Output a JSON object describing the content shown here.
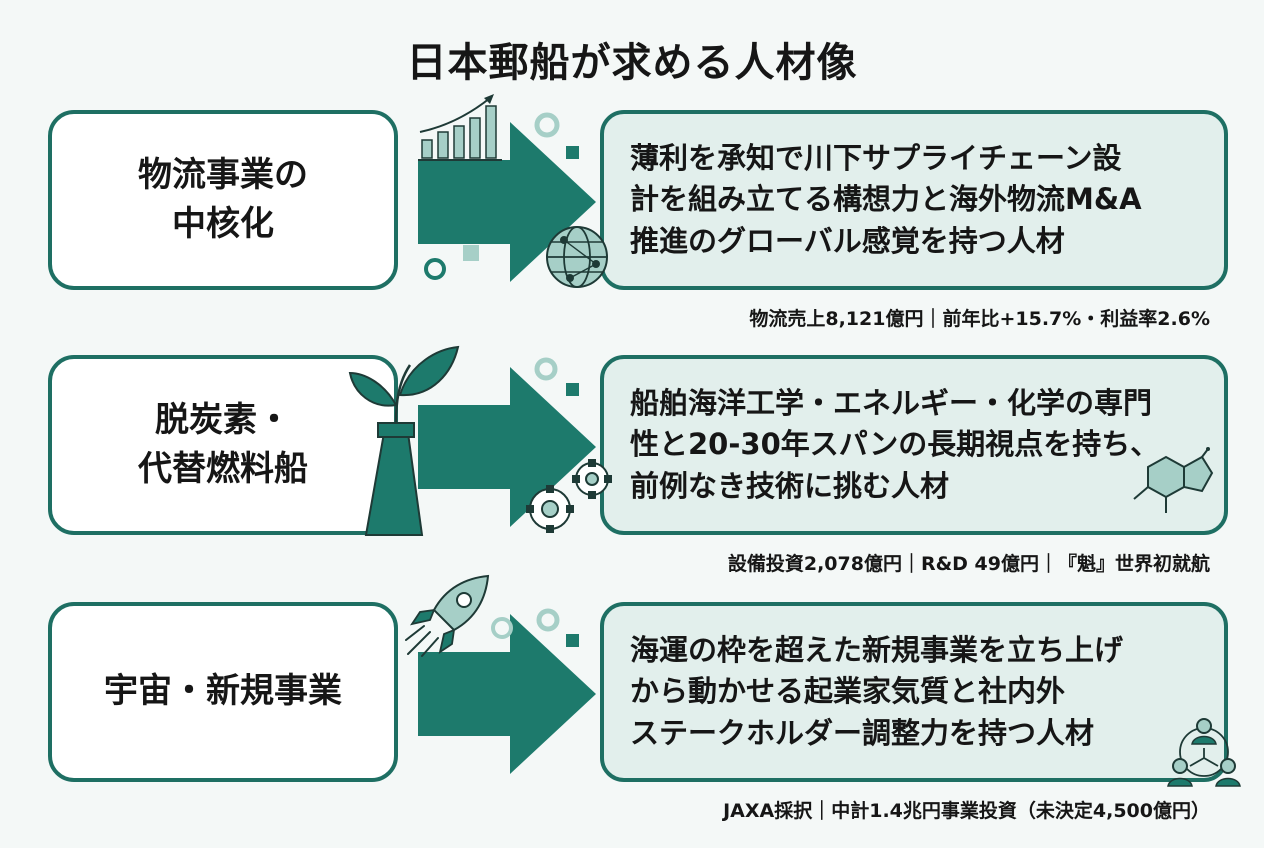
{
  "title": "日本郵船が求める人材像",
  "rows": [
    {
      "category": "物流事業の\n中核化",
      "description": "薄利を承知で川下サプライチェーン設\n計を組み立てる構想力と海外物流M&A\n推進のグローバル感覚を持つ人材",
      "metrics": "物流売上8,121億円｜前年比+15.7%・利益率2.6%",
      "icons": [
        "bar-chart-growth-icon",
        "globe-network-icon"
      ]
    },
    {
      "category": "脱炭素・\n代替燃料船",
      "description": "船舶海洋工学・エネルギー・化学の専門\n性と20-30年スパンの長期視点を持ち、\n前例なき技術に挑む人材",
      "metrics": "設備投資2,078億円｜R&D 49億円｜『魁』世界初就航",
      "icons": [
        "leaf-chimney-icon",
        "gears-icon",
        "molecule-icon"
      ]
    },
    {
      "category": "宇宙・新規事業",
      "description": "海運の枠を超えた新規事業を立ち上げ\nから動かせる起業家気質と社内外\nステークホルダー調整力を持つ人材",
      "metrics": "JAXA採択｜中計1.4兆円事業投資（未決定4,500億円）",
      "icons": [
        "rocket-icon",
        "stakeholder-network-icon"
      ]
    }
  ],
  "colors": {
    "accent": "#1e6f63",
    "arrow": "#1d7a6c",
    "box_fill": "#e2efec",
    "deco_light": "#a6cfc7"
  }
}
